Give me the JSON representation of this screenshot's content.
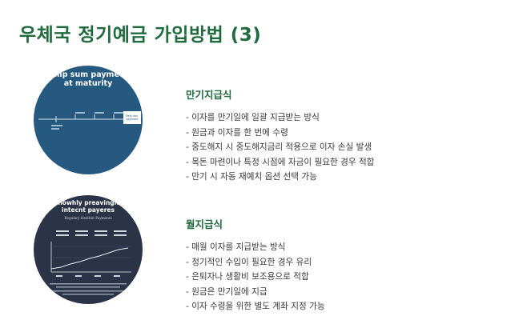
{
  "page": {
    "title": "우체국 정기예금 가입방법 (3)"
  },
  "sections": [
    {
      "heading": "만기지급식",
      "bullets": [
        "- 이자를 만기일에 일괄 지급받는 방식",
        "- 원금과 이자를 한 번에 수령",
        "- 중도해지 시 중도해지금리 적용으로 이자 손실 발생",
        "- 목돈 마련이나 특정 시점에 자금이 필요한 경우 적합",
        "- 만기 시 자동 재예치 옵션 선택 가능"
      ],
      "image": {
        "title": "mp sum payme at maturity",
        "box_label": "Defy lost payment",
        "bg": "#25597f"
      }
    },
    {
      "heading": "월지급식",
      "bullets": [
        "- 매월 이자를 지급받는 방식",
        "- 정기적인 수입이 필요한 경우 유리",
        "- 은퇴자나 생활비 보조용으로 적합",
        "- 원금은 만기일에 지급",
        "- 이자 수령을 위한 별도 계좌 지정 가능"
      ],
      "image": {
        "title": "Showhly preavingle intecnt payeres",
        "subtitle": "Regulary Hestlint Payments",
        "bg": "#2b3447"
      }
    }
  ],
  "colors": {
    "accent": "#1f6b3e",
    "text": "#3b3b3b"
  }
}
